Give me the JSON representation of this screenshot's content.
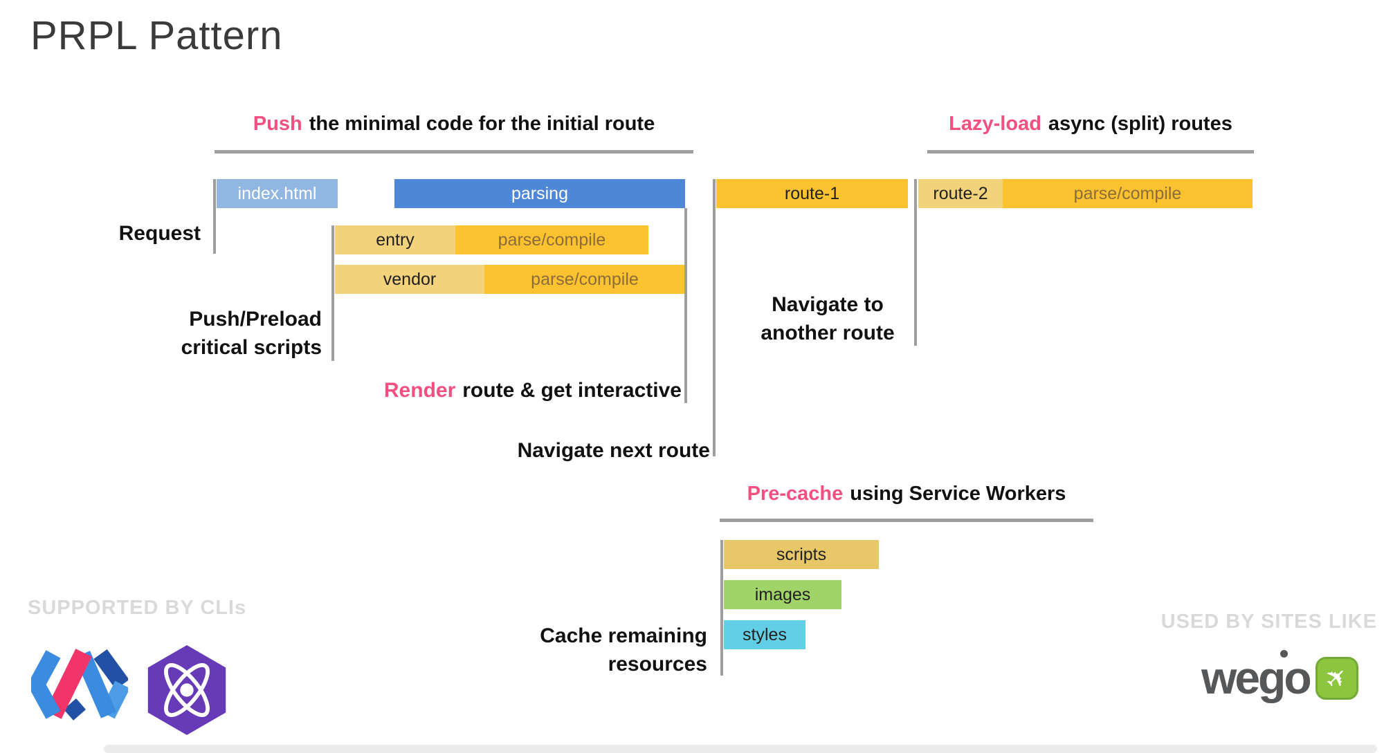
{
  "title": "PRPL Pattern",
  "headings": {
    "push": {
      "accent": "Push",
      "rest": "the minimal code for the initial route"
    },
    "lazy_load": {
      "accent": "Lazy-load",
      "rest": "async (split) routes"
    },
    "render": {
      "accent": "Render",
      "rest": "route & get interactive"
    },
    "pre_cache": {
      "accent": "Pre-cache",
      "rest": "using Service Workers"
    }
  },
  "row_labels": {
    "request": "Request",
    "push_preload": [
      "Push/Preload",
      "critical scripts"
    ],
    "navigate_to": [
      "Navigate to",
      "another route"
    ],
    "navigate_next": "Navigate next route",
    "cache_remaining": [
      "Cache remaining",
      "resources"
    ]
  },
  "timeline": {
    "index_html": "index.html",
    "parsing": "parsing",
    "entry": "entry",
    "vendor": "vendor",
    "parse_compile": "parse/compile",
    "route_1": "route-1",
    "route_2": "route-2",
    "scripts": "scripts",
    "images": "images",
    "styles": "styles"
  },
  "footer": {
    "supported_by": "SUPPORTED BY CLIs",
    "used_by": "USED BY SITES LIKE",
    "wego_wordmark": "wego",
    "logos": [
      "polymer-logo",
      "preact-logo",
      "wego-logo"
    ]
  },
  "colors": {
    "accent_pink": "#f34f80",
    "parsing_blue": "#4e87d6",
    "index_light_blue": "#91b6e2",
    "amber": "#fcc22f",
    "tan": "#f3d27c",
    "scripts_khaki": "#e7c767",
    "images_green": "#a0d468",
    "styles_cyan": "#62cfe6",
    "line_gray": "#9e9e9e",
    "watermark_gray": "#d9d9d9",
    "parse_compile_text": "#8a6d3b",
    "wego_green": "#8cc63e",
    "wego_gray": "#555759"
  }
}
